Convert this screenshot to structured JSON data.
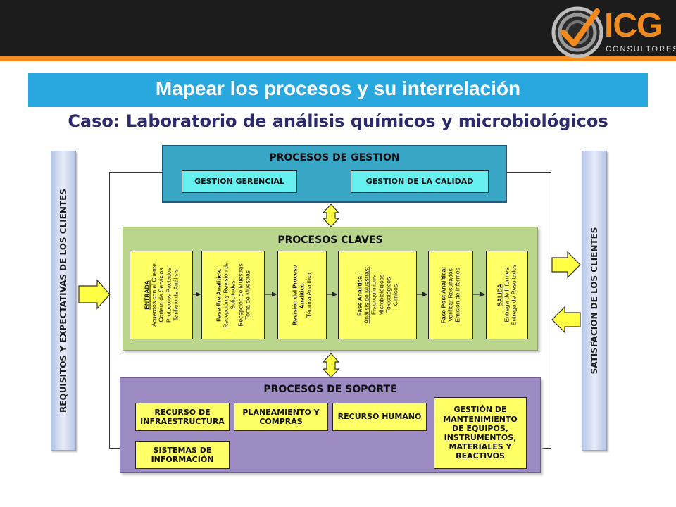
{
  "header": {
    "logo_text": "ICG",
    "logo_subtext": "CONSULTORES",
    "title": "Mapear los procesos y su interrelación",
    "subtitle": "Caso: Laboratorio de análisis químicos y microbiológicos"
  },
  "left_bar": {
    "label": "REQUISITOS Y EXPECTATIVAS DE LOS CLIENTES"
  },
  "right_bar": {
    "label": "SATISFACIÓN DE LOS CLIENTES"
  },
  "gestion": {
    "title": "PROCESOS DE GESTION",
    "items": [
      "GESTION GERENCIAL",
      "GESTION DE LA CALIDAD"
    ]
  },
  "claves": {
    "title": "PROCESOS CLAVES",
    "phases": [
      {
        "heading": "ENTRADA",
        "lines": [
          "Acuerdos con el Cliente",
          "Cartera de Servicios",
          "Protocolos Pactados",
          "Tarifario de Análisis"
        ]
      },
      {
        "heading": "Fase Pre Analítica:",
        "lines": [
          "Recepción y Revisión de Solicitudes",
          "Recepción de Muestras",
          "Toma de Muestras"
        ]
      },
      {
        "heading": "Revisión del Proceso Analítico:",
        "lines": [
          "Técnica Analítica"
        ]
      },
      {
        "heading": "Fase Analítica:",
        "subheading": "Análisis de Muestras:",
        "lines": [
          "Fisicoquímicos",
          "Microbiológicos",
          "Toxicológicos",
          "Clínicos"
        ]
      },
      {
        "heading": "Fase Post Analítica:",
        "lines": [
          "Verificar Resultados",
          "Emisión de Informes"
        ]
      },
      {
        "heading": "SALIDA",
        "lines": [
          "Entrega de Informes",
          "Entrega de Resultados"
        ]
      }
    ]
  },
  "soporte": {
    "title": "PROCESOS DE SOPORTE",
    "items": [
      "RECURSO DE INFRAESTRUCTURA",
      "PLANEAMIENTO Y COMPRAS",
      "RECURSO HUMANO",
      "GESTIÓN DE MANTENIMIENTO DE EQUIPOS, INSTRUMENTOS, MATERIALES Y REACTIVOS",
      "SISTEMAS DE INFORMACIÓN"
    ]
  },
  "colors": {
    "header_bg": "#1c1c1c",
    "accent_orange": "#f28a1e",
    "title_blue": "#29a8e0",
    "subtitle_navy": "#2b2a6e",
    "gestion_bg": "#3aa6c6",
    "gestion_items": "#66f0f0",
    "claves_bg": "#b9d68c",
    "soporte_bg": "#9d8cc4",
    "box_yellow": "#ffff66"
  }
}
